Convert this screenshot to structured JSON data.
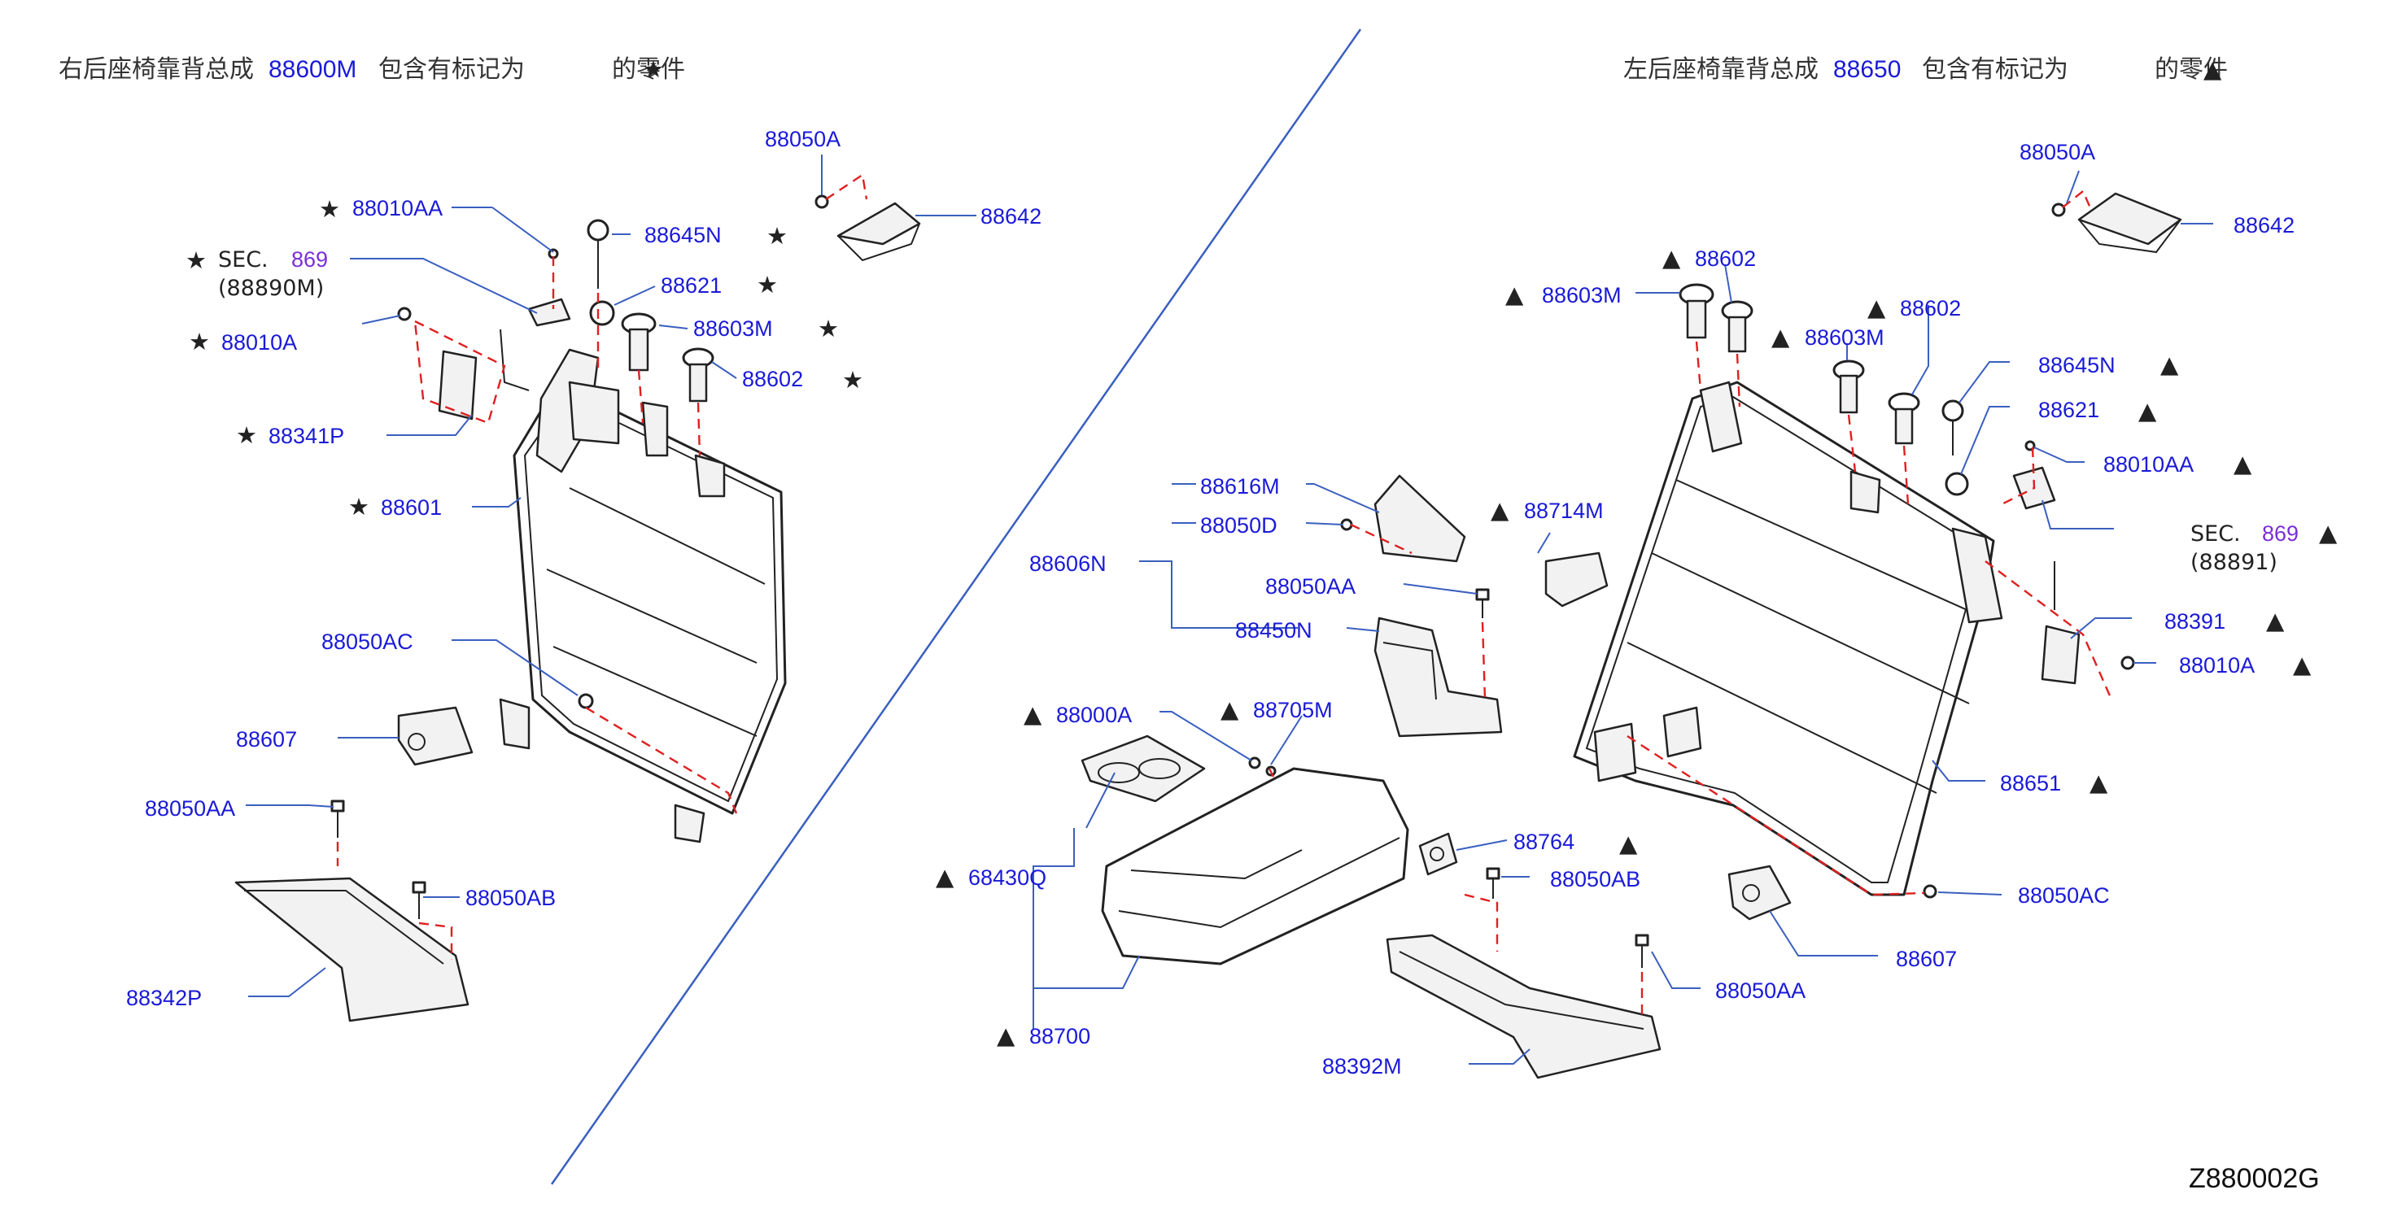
{
  "header_left": {
    "prefix": "右后座椅靠背总成",
    "assembly": "88600M",
    "middle": "包含有标记为",
    "suffix": "的零件",
    "mark": "★"
  },
  "header_right": {
    "prefix": "左后座椅靠背总成",
    "assembly": "88650",
    "middle": "包含有标记为",
    "suffix": "的零件",
    "mark": "▲"
  },
  "diagram_code": "Z880002G",
  "left_parts": {
    "p88050A": "88050A",
    "p88642": "88642",
    "p88010AA": "88010AA",
    "p88645N": "88645N",
    "sec_label": "SEC.",
    "sec_num": "869",
    "sec_ref": "(88890M)",
    "p88621": "88621",
    "p88603M": "88603M",
    "p88010A": "88010A",
    "p88602": "88602",
    "p88341P": "88341P",
    "p88601": "88601",
    "p88050AC": "88050AC",
    "p88607": "88607",
    "p88050AA": "88050AA",
    "p88050AB": "88050AB",
    "p88342P": "88342P"
  },
  "center_parts": {
    "p88616M": "88616M",
    "p88050D": "88050D",
    "p88606N": "88606N",
    "p88050AA": "88050AA",
    "p88450N": "88450N",
    "p88714M": "88714M",
    "p88000A": "88000A",
    "p88705M": "88705M",
    "p68430Q": "68430Q",
    "p88700": "88700",
    "p88764": "88764",
    "p88050AB": "88050AB",
    "p88050AA_2": "88050AA",
    "p88392M": "88392M"
  },
  "right_parts": {
    "p88050A": "88050A",
    "p88642": "88642",
    "p88602_a": "88602",
    "p88603M_a": "88603M",
    "p88602_b": "88602",
    "p88603M_b": "88603M",
    "p88645N": "88645N",
    "p88621": "88621",
    "p88010AA": "88010AA",
    "sec_label": "SEC.",
    "sec_num": "869",
    "sec_ref": "(88891)",
    "p88391": "88391",
    "p88010A": "88010A",
    "p88651": "88651",
    "p88050AC": "88050AC",
    "p88607": "88607"
  },
  "marks": {
    "star": "★",
    "triangle": "▲"
  },
  "colors": {
    "label": "#1a1ad8",
    "section": "#7b2fd6",
    "leader": "#3a5fbf",
    "dash": "#e02020",
    "divider": "#3a5fbf"
  }
}
